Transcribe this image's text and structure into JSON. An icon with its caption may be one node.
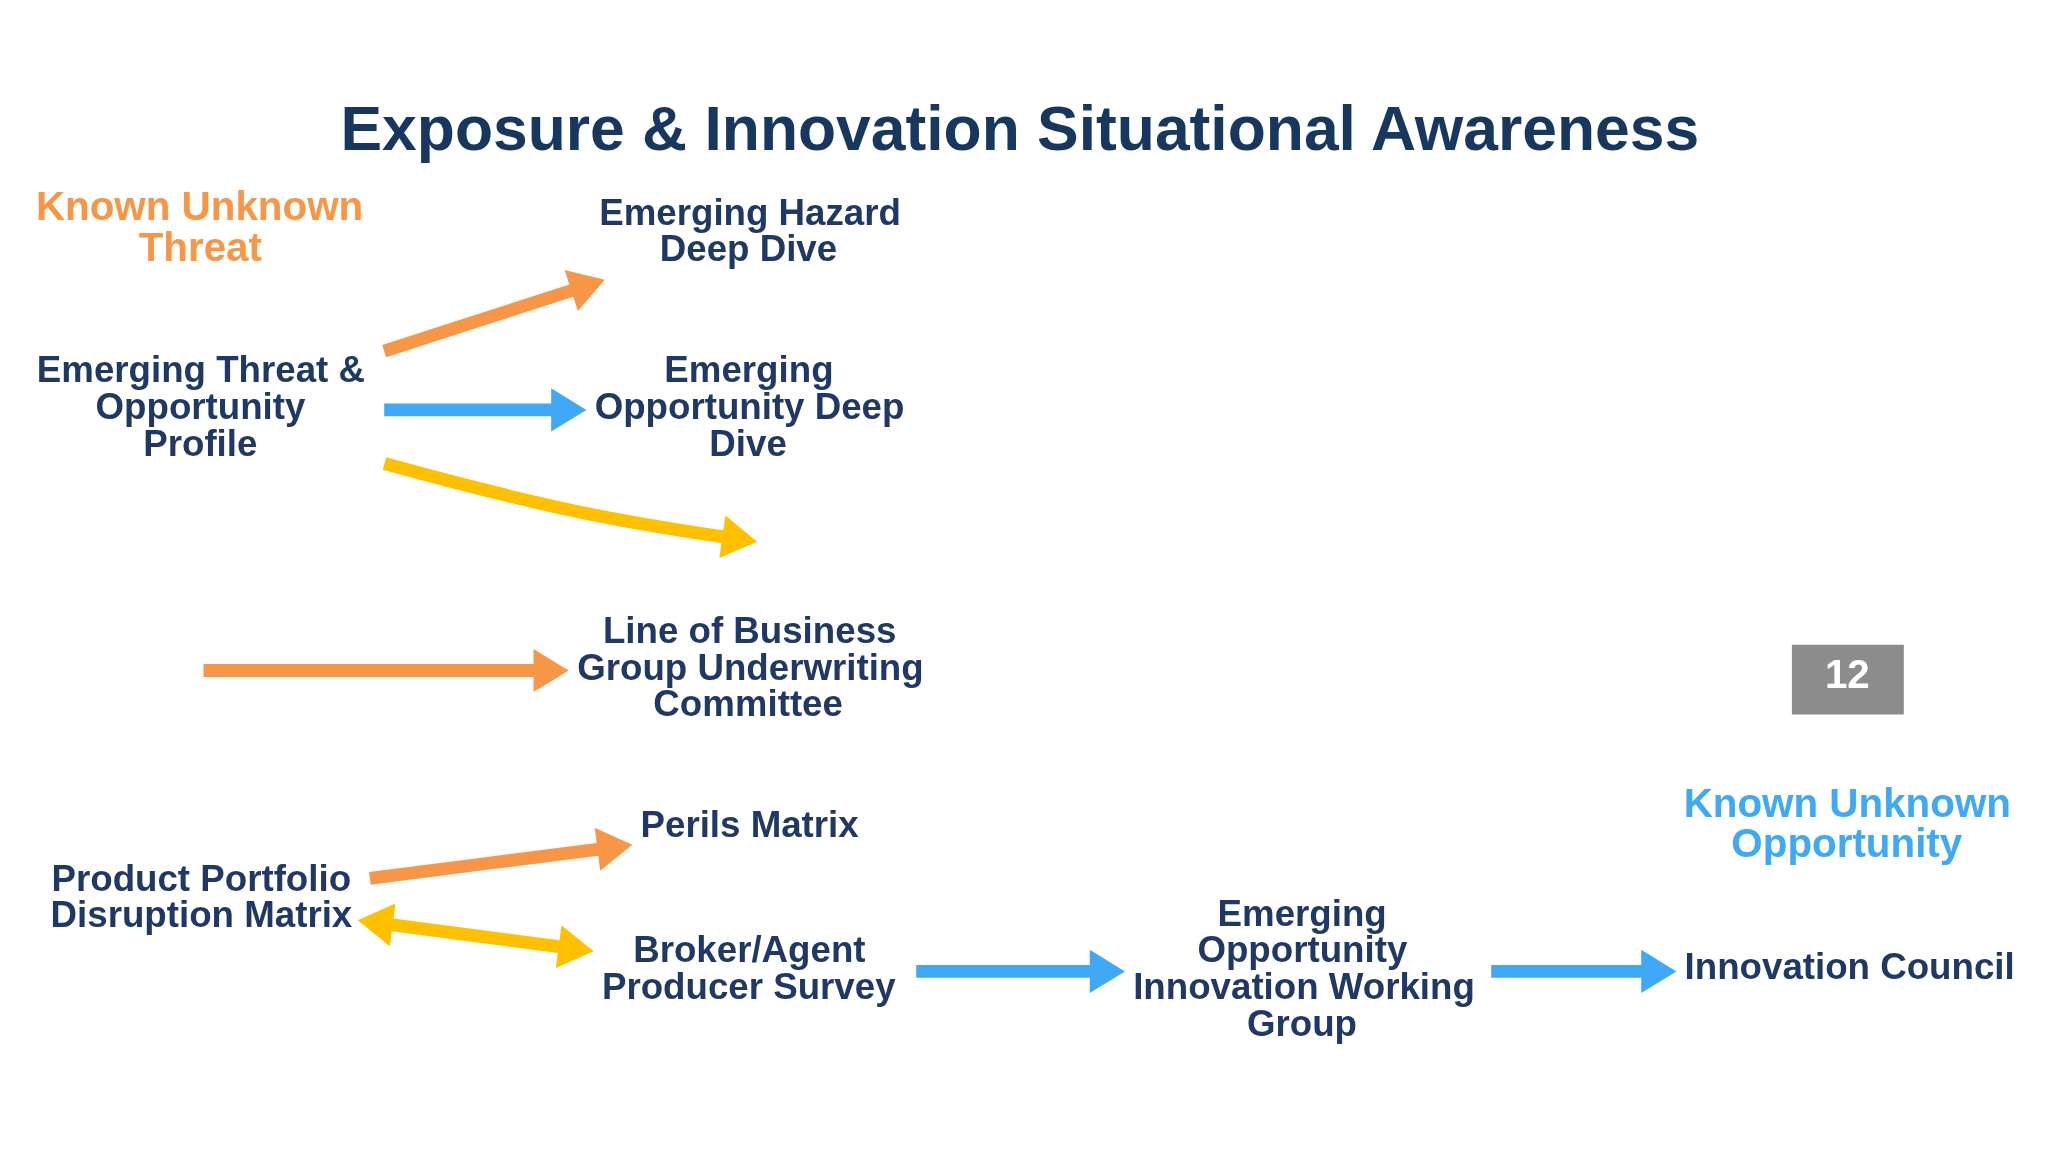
{
  "diagram": {
    "title": "Exposure & Innovation Situational Awareness",
    "nodes": [
      {
        "text": [
          "Perils Matrix"
        ]
      },
      {
        "text": [
          "Product Portfolio Disruption Matrix"
        ]
      },
      {
        "text": [
          "Broker/Agent Producer Survey"
        ]
      },
      {
        "text": [
          "Emerging Opportunity Innovation Working Group"
        ]
      },
      {
        "text": [
          "Line of Business Group Underwriting Committee"
        ]
      },
      {
        "text": [
          "Emerging Hazard Deep Dive"
        ]
      },
      {
        "text": [
          "Emerging Threat & Opportunity Profile"
        ]
      },
      {
        "text": [
          "Emerging Opportunity Deep Dive"
        ]
      },
      {
        "text": [
          "Innovation Council"
        ]
      }
    ],
    "edges": [
      {
        "from": 1,
        "to": 0,
        "arrow": "to",
        "color": "#f79646"
      },
      {
        "from": 1,
        "to": 2,
        "arrow": "both",
        "color": "#ffc000"
      },
      {
        "from": 2,
        "to": 3,
        "arrow": "to",
        "color": "#3fa9f5"
      },
      {
        "from": null,
        "to": 4,
        "arrow": "to",
        "color": "#f79646"
      },
      {
        "from": 6,
        "to": 5,
        "arrow": "to",
        "color": "#f79646"
      },
      {
        "from": 6,
        "to": null,
        "arrow": "to",
        "color": "#ffc000"
      },
      {
        "from": 6,
        "to": 7,
        "arrow": "to",
        "color": "#3fa9f5"
      },
      {
        "from": 3,
        "to": 8,
        "arrow": "to",
        "color": "#3fa9f5"
      }
    ],
    "labels": [
      "Known Unknown Threat",
      "Known Unknown Opportunity",
      "12"
    ]
  }
}
